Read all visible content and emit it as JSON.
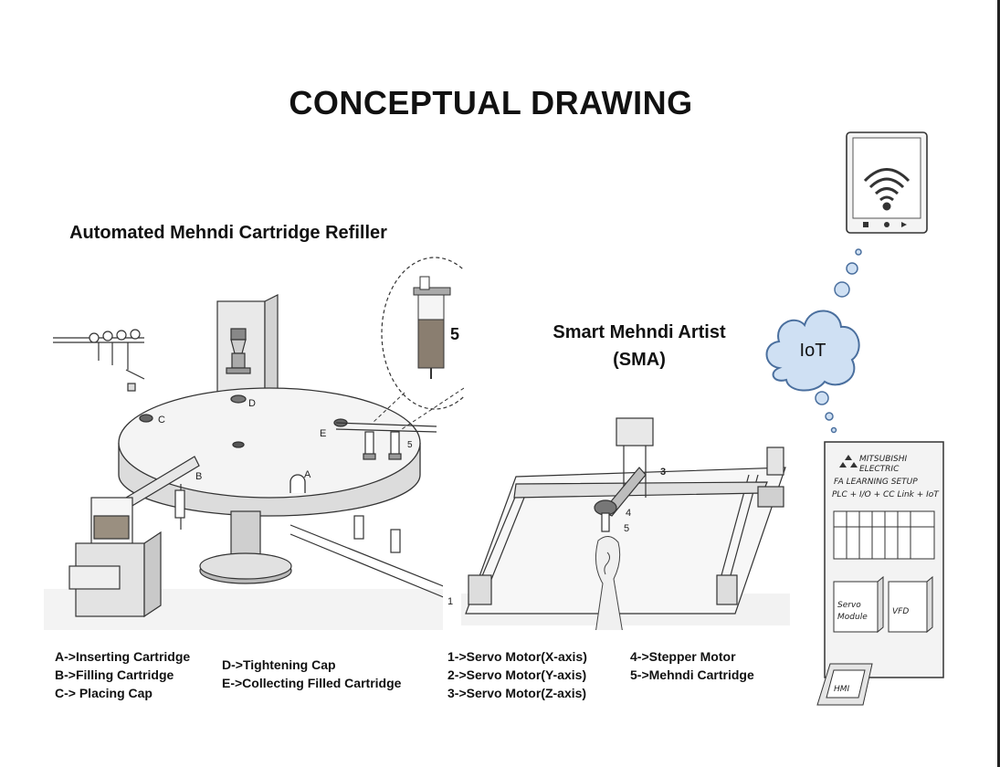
{
  "title": "CONCEPTUAL DRAWING",
  "amcr": {
    "title_line1": "Automated Mehndi Cartridge Refiller",
    "title_line2": "(AMCR)",
    "zoom_label": "5",
    "labels": {
      "a": "A",
      "b": "B",
      "c": "C",
      "d": "D",
      "e": "E",
      "five": "5"
    },
    "legend_col1": [
      "A->Inserting Cartridge",
      "B->Filling Cartridge",
      "C-> Placing Cap"
    ],
    "legend_col2": [
      "D->Tightening Cap",
      "E->Collecting Filled Cartridge"
    ]
  },
  "sma": {
    "title_line1": "Smart Mehndi Artist",
    "title_line2": "(SMA)",
    "labels": {
      "one": "1",
      "three": "3",
      "four": "4",
      "five": "5"
    },
    "legend_col1": [
      "1->Servo Motor(X-axis)",
      "2->Servo Motor(Y-axis)",
      "3->Servo Motor(Z-axis)"
    ],
    "legend_col2": [
      "4->Stepper Motor",
      "5->Mehndi Cartridge"
    ]
  },
  "iot": {
    "cloud_label": "IoT"
  },
  "panel": {
    "brand_line1": "MITSUBISHI",
    "brand_line2": "ELECTRIC",
    "setup_title": "FA LEARNING SETUP",
    "setup_subtitle": "PLC + I/O + CC Link + IoT",
    "servo_line1": "Servo",
    "servo_line2": "Module",
    "vfd": "VFD",
    "hmi": "HMI"
  },
  "colors": {
    "cloud_fill": "#cfe0f3",
    "cloud_stroke": "#4a6f9e",
    "ink": "#333333"
  }
}
